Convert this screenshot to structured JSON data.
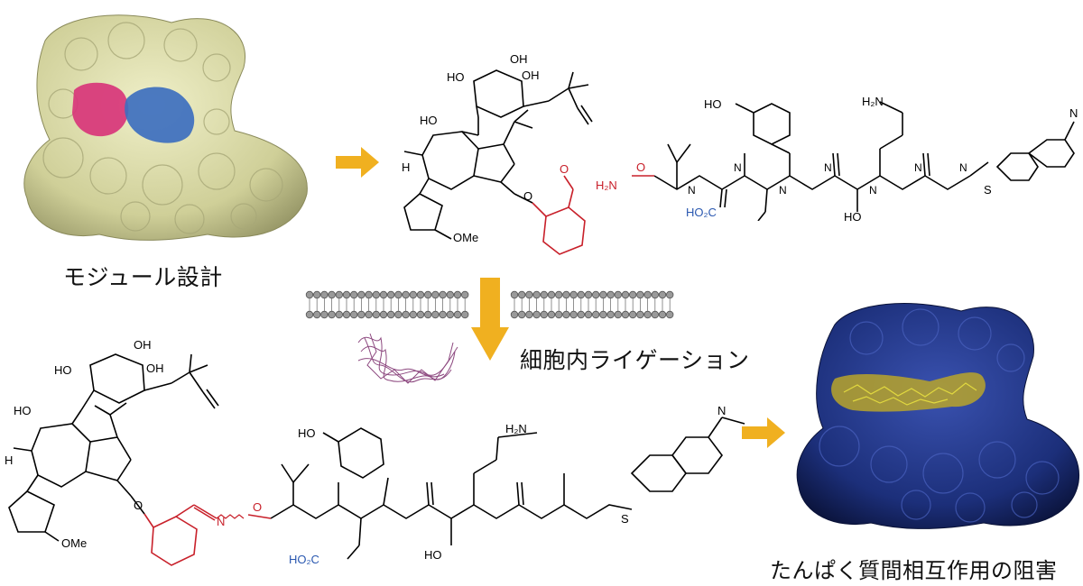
{
  "captions": {
    "module_design": "モジュール設計",
    "intracellular_ligation": "細胞内ライゲーション",
    "ppi_inhibition": "たんぱく質間相互作用の阻害"
  },
  "labels": {
    "oh": "OH",
    "ho": "HO",
    "h": "H",
    "ome": "OMe",
    "o": "O",
    "h2n": "H₂N",
    "h2n_o": "H₂N",
    "n": "N",
    "nh": "N",
    "ho2c": "HO₂C",
    "s": "S",
    "n_dimethyl": "N"
  },
  "colors": {
    "yellow_protein": "#d8d8a8",
    "pink_patch": "#d8357a",
    "blue_patch": "#3d6fbf",
    "navy_protein": "#1c2f7a",
    "arrow_orange": "#f0b020",
    "red_linker": "#c8202a",
    "blue_acid": "#2a58b0",
    "lipid": "#9a9a9a",
    "purple_protein": "#7a2a6a"
  }
}
